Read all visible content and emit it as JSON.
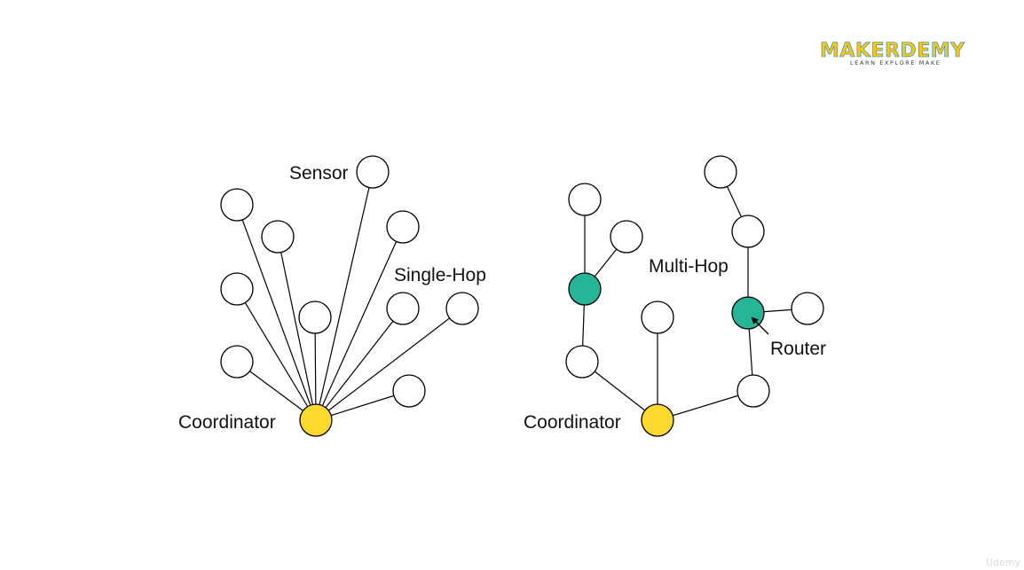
{
  "logo": {
    "text": "MAKERDEMY",
    "tagline": "LEARN EXPLORE MAKE"
  },
  "watermark": "Udemy",
  "colors": {
    "coordinator": "#fdd92e",
    "router": "#27b598",
    "sensor": "#ffffff",
    "logo_yellow": "#f5c518",
    "logo_blue": "#1e88c8"
  },
  "single_hop": {
    "title": "Single-Hop",
    "sensor_label": "Sensor",
    "coordinator_label": "Coordinator"
  },
  "multi_hop": {
    "title": "Multi-Hop",
    "router_label": "Router",
    "coordinator_label": "Coordinator"
  }
}
